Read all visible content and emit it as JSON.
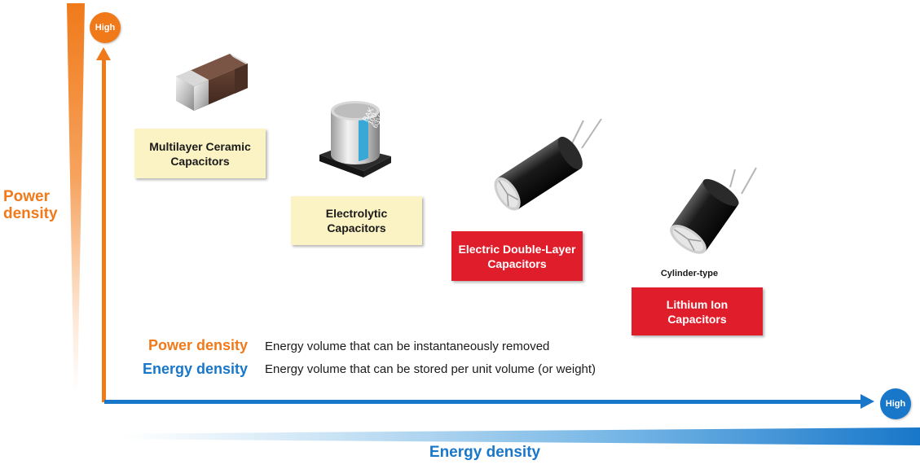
{
  "axes": {
    "y_title_line1": "Power",
    "y_title_line2": "density",
    "x_title": "Energy density",
    "y_high": "High",
    "x_high": "High",
    "y_color": "#f07a1a",
    "x_color": "#1877c9"
  },
  "capacitors": {
    "mlcc": {
      "line1": "Multilayer Ceramic",
      "line2": "Capacitors",
      "style": "yellow"
    },
    "electrolytic": {
      "line1": "Electrolytic",
      "line2": "Capacitors",
      "style": "yellow",
      "marking_line1": "BAK",
      "marking_line2": "100",
      "marking_line3": "63V"
    },
    "edlc": {
      "line1": "Electric Double-Layer",
      "line2": "Capacitors",
      "style": "red"
    },
    "lic": {
      "line1": "Lithium Ion",
      "line2": "Capacitors",
      "style": "red",
      "note": "Cylinder-type"
    }
  },
  "legend": {
    "power_term": "Power density",
    "power_desc": "Energy volume that can be instantaneously removed",
    "energy_term": "Energy density",
    "energy_desc": "Energy volume that can be stored per unit volume (or weight)"
  },
  "colors": {
    "yellow_box": "#fbf3c4",
    "red_box": "#e01e2b"
  }
}
